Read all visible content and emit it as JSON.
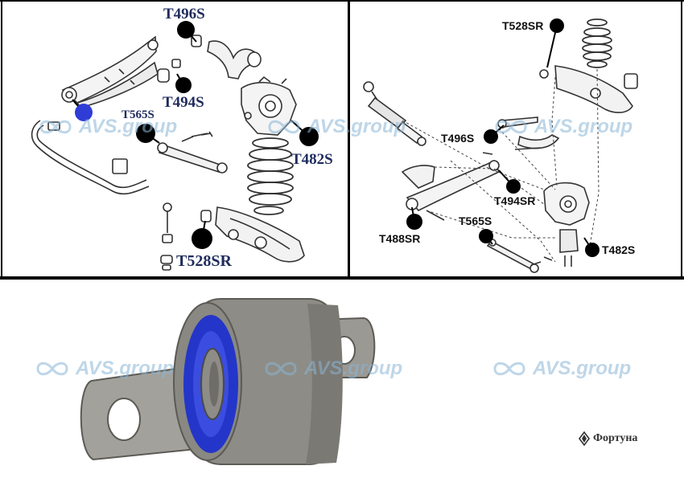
{
  "colors": {
    "border": "#000000",
    "marker": "#000000",
    "marker_highlight": "#2f3cd6",
    "label_blue": "#1f2b5c",
    "label_dark": "#111111",
    "watermark": "#8ab6d6",
    "bushing_rubber": "#2436c9",
    "bushing_metal": "#8e8c86"
  },
  "left_panel": {
    "labels": {
      "t496s": "T496S",
      "t494s": "T494S",
      "t565s": "T565S",
      "t482s": "T482S",
      "t528sr": "T528SR"
    }
  },
  "right_panel": {
    "labels": {
      "t528sr": "T528SR",
      "t496s": "T496S",
      "t494sr": "T494SR",
      "t565s": "T565S",
      "t488sr": "T488SR",
      "t482s": "T482S"
    }
  },
  "watermarks": {
    "text": "AVS.group",
    "icon": "infinity-icon"
  },
  "brand": {
    "text": "Фортуна",
    "icon": "diamond-logo-icon"
  }
}
